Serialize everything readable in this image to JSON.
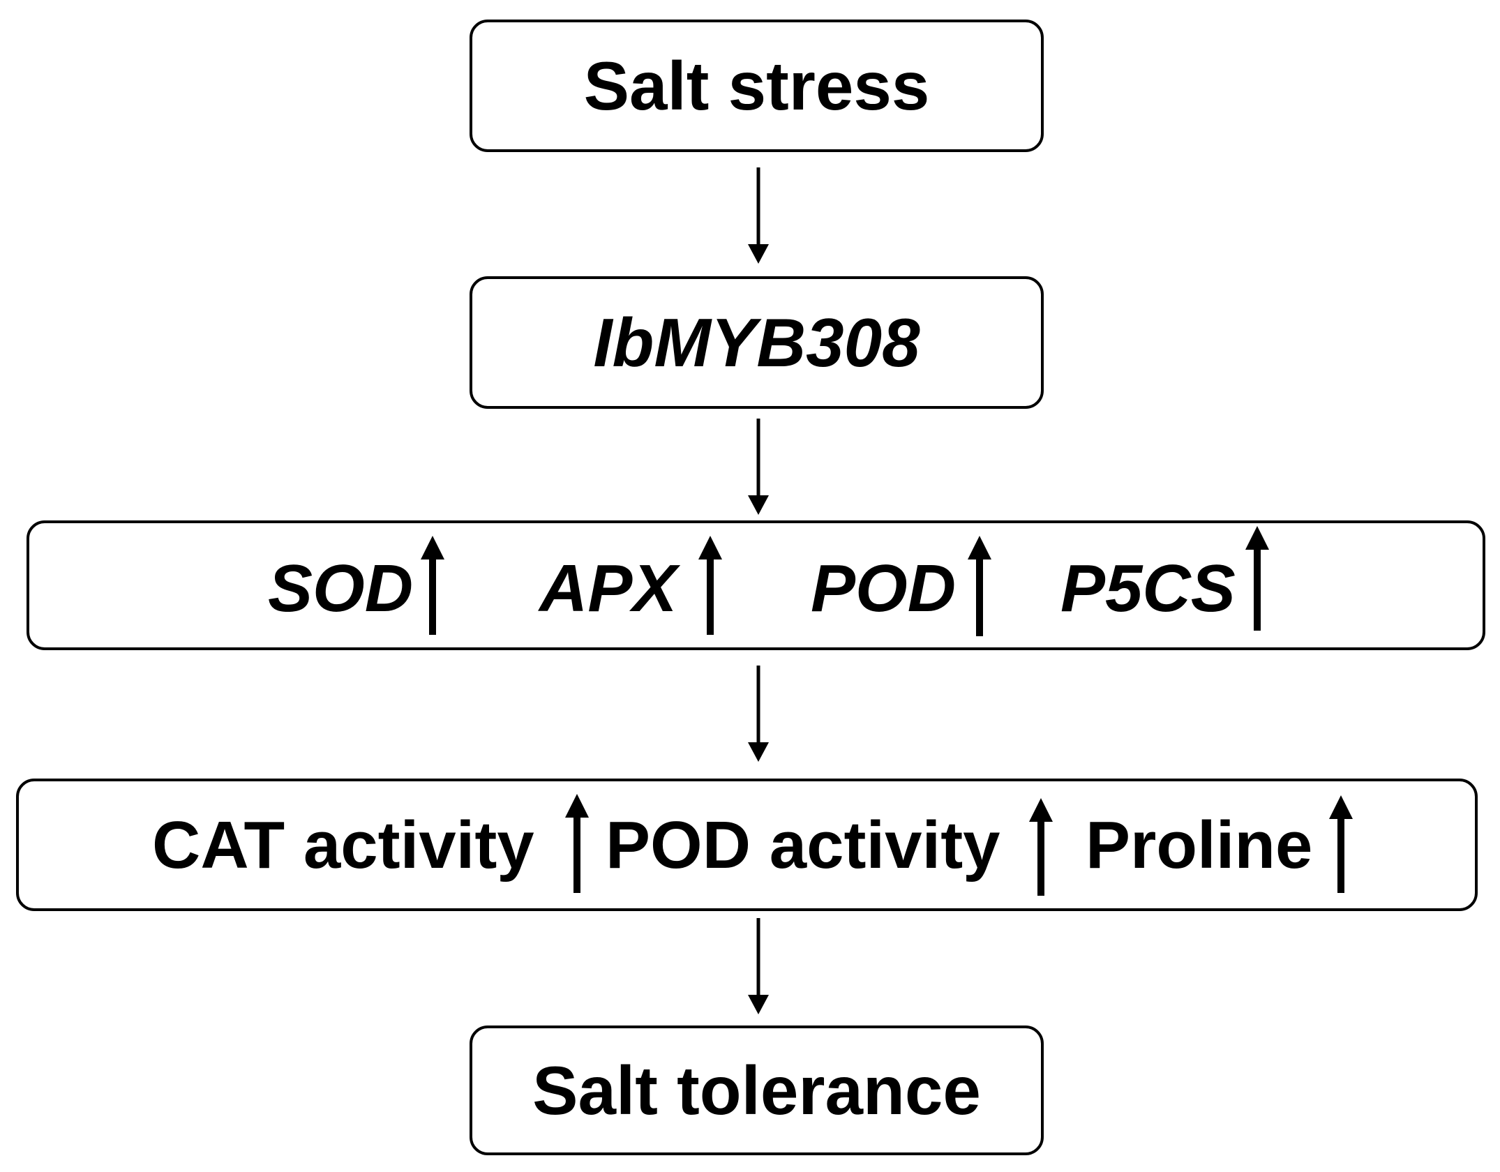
{
  "nodes": {
    "stress": "Salt stress",
    "gene": "IbMYB308",
    "outcome": "Salt tolerance"
  },
  "genes_up": [
    {
      "label": "SOD"
    },
    {
      "label": "APX"
    },
    {
      "label": "POD"
    },
    {
      "label": "P5CS"
    }
  ],
  "activities_up": [
    {
      "label": "CAT activity"
    },
    {
      "label": "POD activity"
    },
    {
      "label": "Proline"
    }
  ],
  "colors": {
    "stroke": "#000000",
    "background": "#ffffff",
    "text": "#000000"
  }
}
